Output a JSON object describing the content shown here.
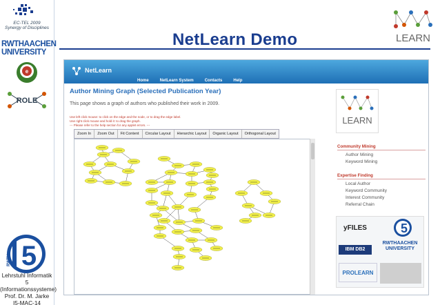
{
  "slide": {
    "title": "NetLearn Demo",
    "ectel_label": "EC-TEL 2009\nSynergy of Disciplines",
    "rwth_left": "RWTHAACHEN\nUNIVERSITY",
    "lehrstuhl": "Lehrstuhl Informatik 5\n(Informationssysteme)\nProf. Dr. M. Jarke\nI5-MAC-14",
    "i5_text": "RWTH"
  },
  "app": {
    "brand": "NetLearn",
    "nav": [
      "Home",
      "NetLearn System",
      "Contacts",
      "Help"
    ],
    "page_title": "Author Mining Graph (Selected Publication Year)",
    "page_desc": "This page shows a graph of authors who published their work in 2009.",
    "hints": [
      "Use left click mouse: to click on the edge and the node, or to drag the edge label.",
      "Use right click mouse and hold it: to drag the graph.",
      "--- Please refer to the help section for any applet errors. ---"
    ],
    "toolbar": [
      "Zoom In",
      "Zoom Out",
      "Fit Content",
      "Circular Layout",
      "Hierarchic Layout",
      "Organic Layout",
      "Orthogonal Layout"
    ],
    "sidebar": {
      "logo_text": "LEARN",
      "community_mining": "Community Mining",
      "community_links": [
        "Author Mining",
        "Keyword Mining"
      ],
      "expertise_finding": "Expertise Finding",
      "expertise_links": [
        "Local Author",
        "Keyword Community",
        "Interest Community",
        "Referral Chain"
      ],
      "logos": [
        "yFILES",
        "IBM DB2",
        "RWTHAACHEN UNIVERSITY",
        "PROLEARN"
      ]
    },
    "node_color": "#f2f04a",
    "accent": "#2a6fba"
  }
}
